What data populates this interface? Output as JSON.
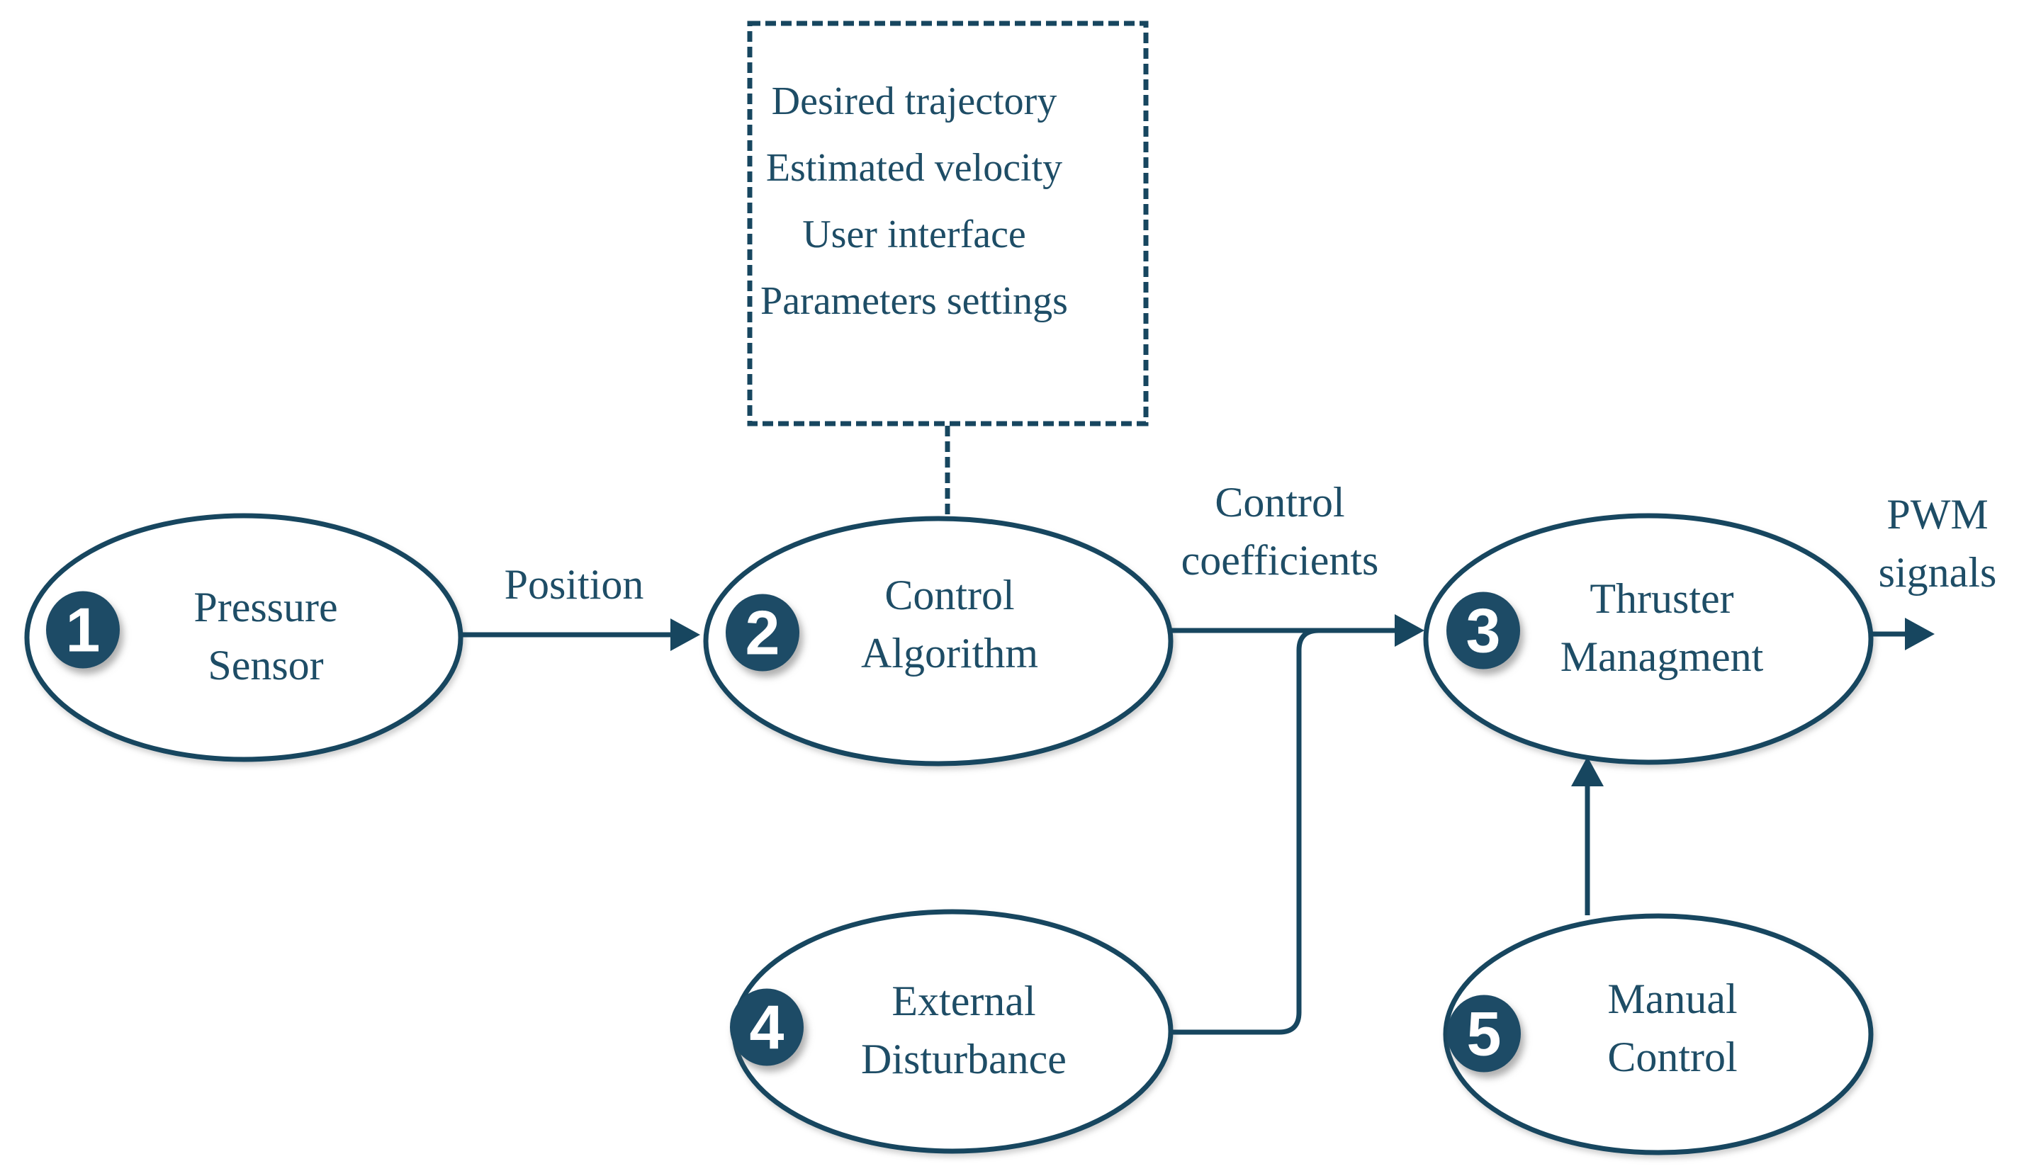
{
  "diagram": {
    "colors": {
      "stroke": "#17465f",
      "text": "#1e4d66",
      "badge_fill": "#1d4b66",
      "badge_text": "#ffffff",
      "background": "#ffffff"
    },
    "inputs_box": {
      "lines": [
        "Desired trajectory",
        "Estimated velocity",
        "User interface",
        "Parameters settings"
      ]
    },
    "nodes": [
      {
        "number": "1",
        "line1": "Pressure",
        "line2": "Sensor"
      },
      {
        "number": "2",
        "line1": "Control",
        "line2": "Algorithm"
      },
      {
        "number": "3",
        "line1": "Thruster",
        "line2": "Managment"
      },
      {
        "number": "4",
        "line1": "External",
        "line2": "Disturbance"
      },
      {
        "number": "5",
        "line1": "Manual",
        "line2": "Control"
      }
    ],
    "edges": {
      "position": "Position",
      "control_coefficients": [
        "Control",
        "coefficients"
      ],
      "pwm_signals": [
        "PWM",
        "signals"
      ]
    }
  }
}
